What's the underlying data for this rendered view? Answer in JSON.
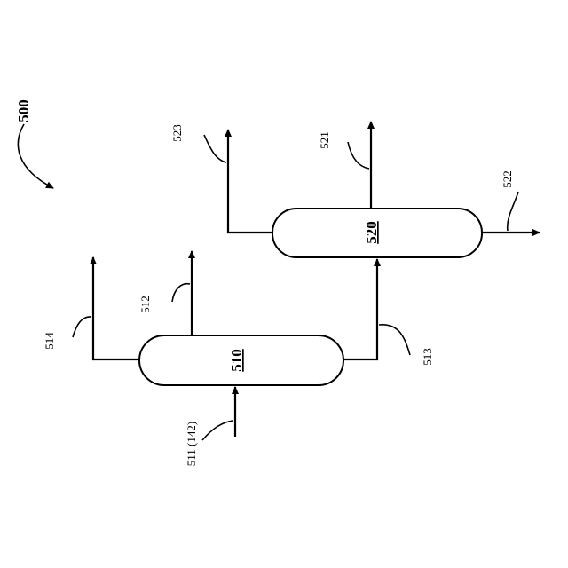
{
  "figure": {
    "number": "500"
  },
  "vessels": [
    {
      "id": "510",
      "label": "510"
    },
    {
      "id": "520",
      "label": "520"
    }
  ],
  "streams": {
    "s511": "511 (142)",
    "s512": "512",
    "s513": "513",
    "s514": "514",
    "s521": "521",
    "s522": "522",
    "s523": "523"
  },
  "colors": {
    "ink": "#000000",
    "background": "#ffffff"
  }
}
